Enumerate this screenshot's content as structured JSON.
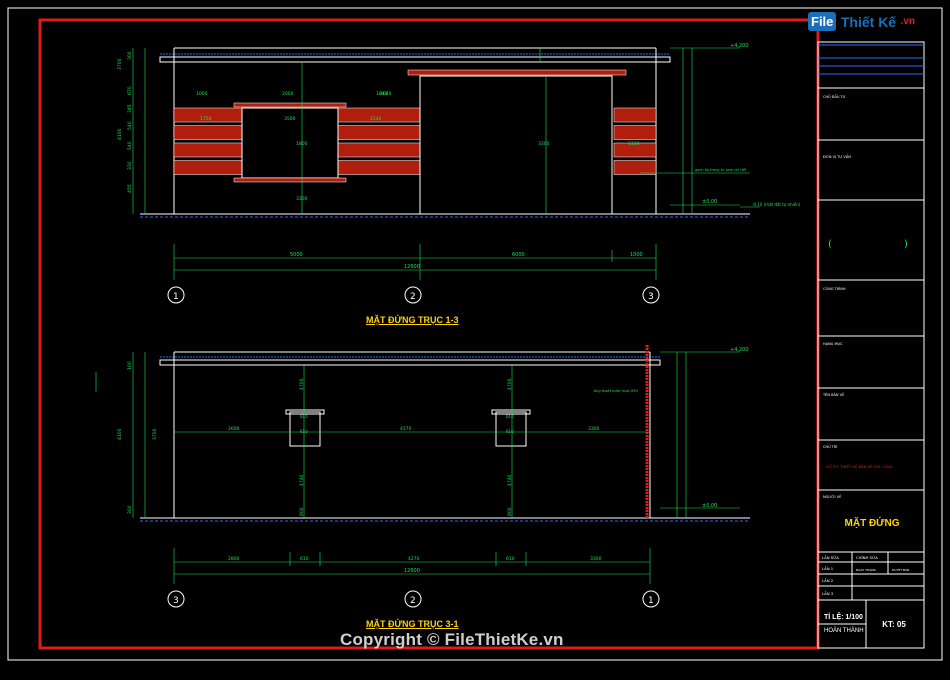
{
  "logo": {
    "box_text": "File",
    "name": "Thiết Kế",
    "suffix": ".vn"
  },
  "watermark": "Copyright © FileThietKe.vn",
  "colors": {
    "frame": "#e11a1a",
    "line": "#ffffff",
    "dim": "#1ee35a",
    "brick": "#b01e0e",
    "accent": "#ffd400",
    "ground": "#2a6cff"
  },
  "elevation_top": {
    "caption": "MẶT ĐỨNG TRỤC 1-3",
    "level_labels": [
      "+4,200",
      "±0,00",
      "-0,10 (mặt đất tự nhiên)"
    ],
    "dim_top": [
      "1000",
      "2000",
      "1840",
      "2040"
    ],
    "inner_dims": [
      "1750",
      "3500",
      "2140",
      "3300",
      "1150",
      "1800",
      "3300"
    ],
    "left_dims": [
      "4100",
      "3700",
      "300",
      "670",
      "345",
      "540",
      "540",
      "330",
      "450"
    ],
    "dim_overall": "12600",
    "dim_parts": [
      "5000",
      "6000",
      "1000"
    ],
    "grid_axes": [
      "1",
      "2",
      "3"
    ],
    "note": "gạch ốp trang trí xem chi tiết"
  },
  "elevation_bottom": {
    "caption": "MẶT ĐỨNG TRỤC 3-1",
    "level_labels": [
      "+4,200",
      "±0,00"
    ],
    "win_dims": [
      "610",
      "610",
      "610",
      "610"
    ],
    "span_dims": [
      "2600",
      "4170",
      "3300"
    ],
    "vert_dims": [
      "1700",
      "1700",
      "1740",
      "1740",
      "800",
      "800"
    ],
    "left_dims": [
      "4100",
      "3700",
      "300",
      "100"
    ],
    "dim_overall": "12600",
    "dim_parts": [
      "2800",
      "610",
      "4270",
      "610",
      "3300"
    ],
    "grid_axes": [
      "3",
      "2",
      "1"
    ],
    "note": "ống thoát nước mưa D90"
  },
  "title_block": {
    "drawing_title": "MẶT ĐỨNG",
    "red_label": "HỒ SƠ THIẾT KẾ BẢN VẼ THI CÔNG",
    "brackets": [
      "(",
      ")"
    ],
    "rows": [
      "LẦN SỬA",
      "LẦN 1",
      "LẦN 2",
      "LẦN 3"
    ],
    "cols": [
      "CHỈNH SỬA",
      "NGÀY THÁNG",
      "DUYỆT BẢN"
    ],
    "scale": "TỈ LỆ: 1/100",
    "date_label": "HOÀN THÀNH",
    "code": "KT: 05",
    "labels_left": [
      "CHỦ ĐẦU TƯ",
      "ĐƠN VỊ TƯ VẤN",
      "CÔNG TRÌNH",
      "HẠNG MỤC",
      "TÊN BẢN VẼ",
      "CHỦ TRÌ",
      "NGƯỜI VẼ"
    ]
  }
}
